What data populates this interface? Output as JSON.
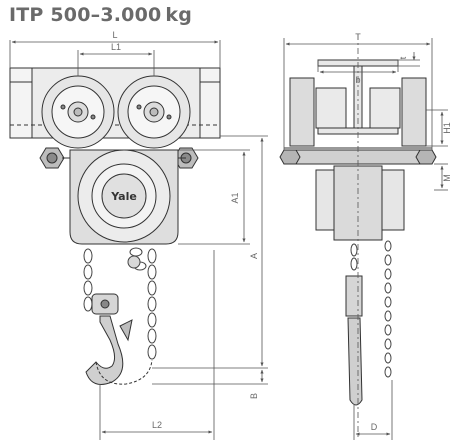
{
  "title": "ITP 500–3.000 kg",
  "brand": "Yale",
  "dimensions": {
    "L": "L",
    "L1": "L1",
    "L2": "L2",
    "A": "A",
    "A1": "A1",
    "B": "B",
    "T": "T",
    "b": "b",
    "t": "t",
    "H1": "H1",
    "M": "M",
    "D": "D"
  }
}
